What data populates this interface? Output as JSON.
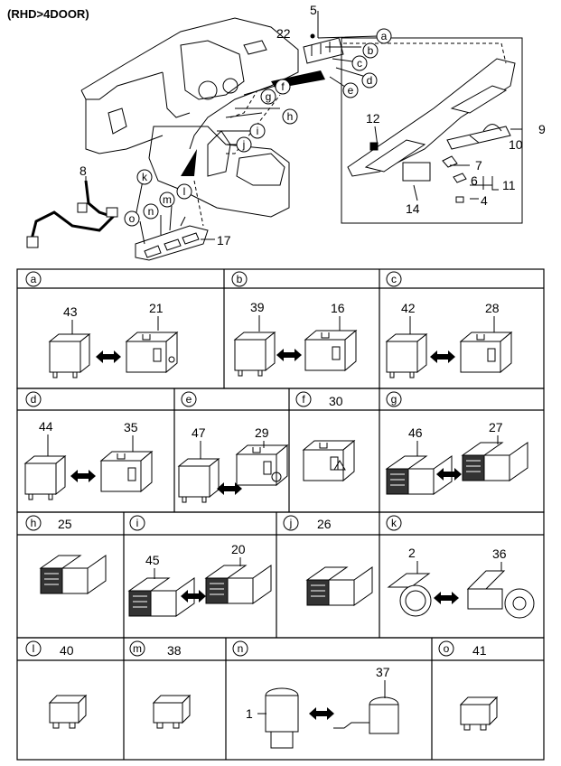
{
  "header": {
    "title": "(RHD>4DOOR)"
  },
  "overview": {
    "callouts_letters": [
      "a",
      "b",
      "c",
      "d",
      "e",
      "f",
      "g",
      "h",
      "i",
      "j",
      "k",
      "l",
      "m",
      "n",
      "o"
    ],
    "numbers": {
      "n5": "5",
      "n22": "22",
      "n12": "12",
      "n9": "9",
      "n10": "10",
      "n7": "7",
      "n6": "6",
      "n11": "11",
      "n4": "4",
      "n14": "14",
      "n8": "8",
      "n17": "17"
    }
  },
  "panels": {
    "a": {
      "letter": "a",
      "left": "43",
      "right": "21"
    },
    "b": {
      "letter": "b",
      "left": "39",
      "right": "16"
    },
    "c": {
      "letter": "c",
      "left": "42",
      "right": "28"
    },
    "d": {
      "letter": "d",
      "left": "44",
      "right": "35"
    },
    "e": {
      "letter": "e",
      "left": "47",
      "right": "29"
    },
    "f": {
      "letter": "f",
      "num": "30"
    },
    "g": {
      "letter": "g",
      "left": "46",
      "right": "27"
    },
    "h": {
      "letter": "h",
      "num": "25"
    },
    "i": {
      "letter": "i",
      "left": "45",
      "right": "20"
    },
    "j": {
      "letter": "j",
      "num": "26"
    },
    "k": {
      "letter": "k",
      "left": "2",
      "right": "36"
    },
    "l": {
      "letter": "l",
      "num": "40"
    },
    "m": {
      "letter": "m",
      "num": "38"
    },
    "n": {
      "letter": "n",
      "left": "1",
      "right": "37"
    },
    "o": {
      "letter": "o",
      "num": "41"
    }
  }
}
